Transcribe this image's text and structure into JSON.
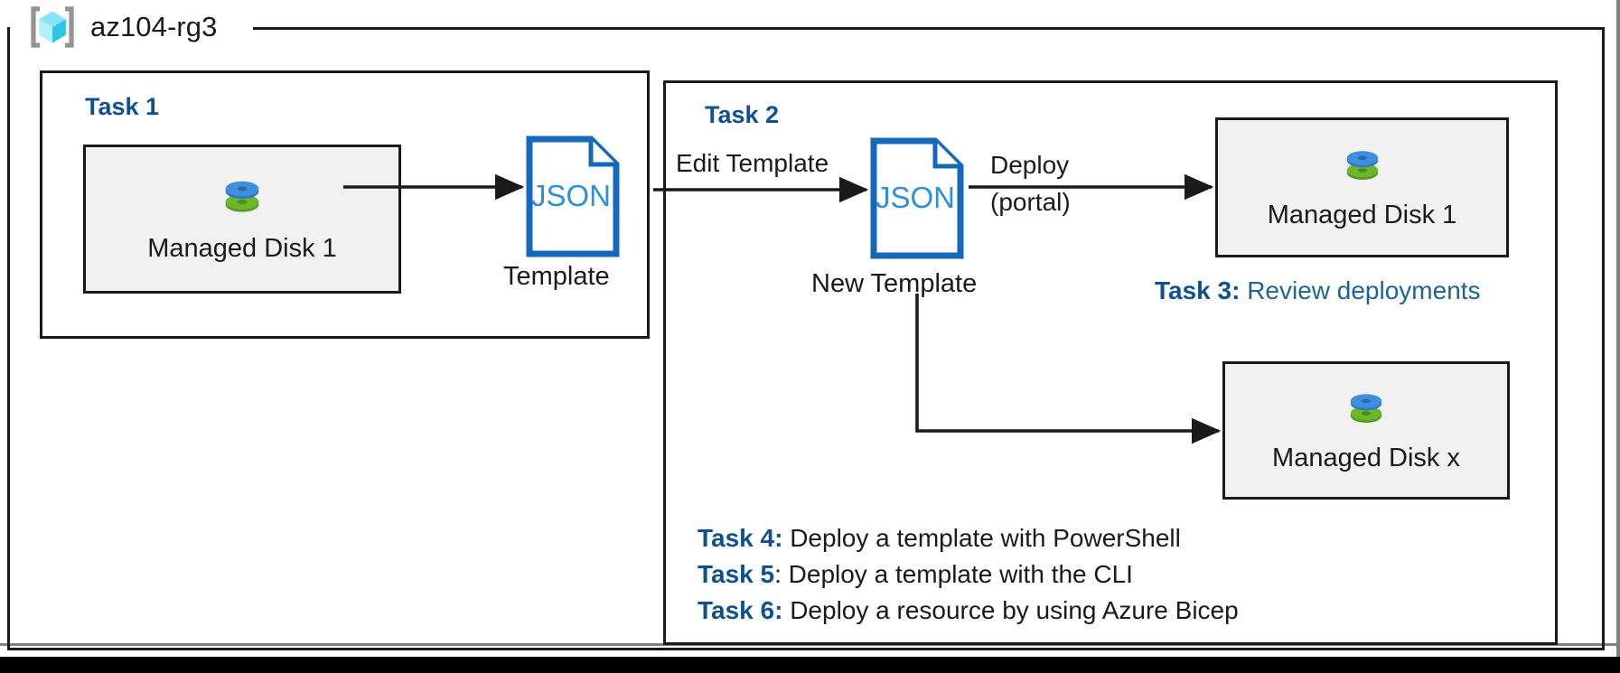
{
  "resource_group": {
    "name": "az104-rg3",
    "icon": "azure-resource-group-cube-icon"
  },
  "colors": {
    "accent_blue": "#0f5090",
    "link_blue": "#1d6496",
    "json_blue": "#1668b8",
    "doc_border_blue": "#1668b8",
    "card_fill": "#f1f1f1",
    "stroke": "#1a1a1a",
    "disk_top": "#3f8fdd",
    "disk_bottom": "#6eb629",
    "frame_grey": "#808080"
  },
  "task1": {
    "heading": "Task 1",
    "disk": {
      "label": "Managed Disk 1",
      "icon": "managed-disk-icon"
    },
    "template": {
      "doc_text": "JSON",
      "caption": "Template",
      "icon": "json-document-icon"
    }
  },
  "task2": {
    "heading": "Task 2",
    "edge_edit": "Edit Template",
    "new_template": {
      "doc_text": "JSON",
      "caption": "New Template",
      "icon": "json-document-icon"
    },
    "edge_deploy_top": "Deploy",
    "edge_deploy_bottom": "(portal)",
    "disk_top": {
      "label": "Managed Disk 1",
      "icon": "managed-disk-icon"
    },
    "disk_bottom": {
      "label": "Managed Disk x",
      "icon": "managed-disk-icon"
    }
  },
  "notes": {
    "task3": {
      "tag": "Task 3:",
      "text": " Review deployments",
      "style": "blue"
    },
    "task4": {
      "tag": "Task 4:",
      "text": " Deploy a template with PowerShell",
      "style": "black"
    },
    "task5": {
      "tag": "Task 5",
      "text": ": Deploy a template with the CLI",
      "style": "black"
    },
    "task6": {
      "tag": "Task 6:",
      "text": " Deploy a resource by using Azure Bicep",
      "style": "black"
    }
  }
}
